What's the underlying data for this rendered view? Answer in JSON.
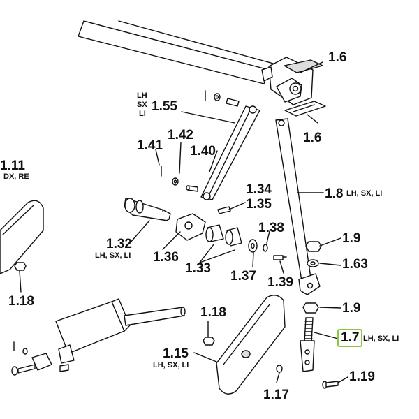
{
  "diagram": {
    "highlight_color": "#8dc63f",
    "line_color": "#111111",
    "fill_color": "#ffffff",
    "shade_color": "#dddddd"
  },
  "labels": {
    "l_1_6_top": "1.6",
    "l_1_6_bot": "1.6",
    "l_1_55": "1.55",
    "l_1_55_lh": "LH",
    "l_1_55_sx": "SX",
    "l_1_55_li": "LI",
    "l_1_42": "1.42",
    "l_1_41": "1.41",
    "l_1_40": "1.40",
    "l_1_11": "1.11",
    "l_1_11_sub": "DX, RE",
    "l_1_8": "1.8",
    "l_1_8_sub": "LH, SX, LI",
    "l_1_34": "1.34",
    "l_1_35": "1.35",
    "l_1_38": "1.38",
    "l_1_32": "1.32",
    "l_1_32_sub": "LH, SX, LI",
    "l_1_36": "1.36",
    "l_1_33": "1.33",
    "l_1_37": "1.37",
    "l_1_39": "1.39",
    "l_1_9_a": "1.9",
    "l_1_63": "1.63",
    "l_1_9_b": "1.9",
    "l_1_18_left": "1.18",
    "l_1_18_mid": "1.18",
    "l_1_7": "1.7",
    "l_1_7_sub": "LH, SX, LI",
    "l_1_15": "1.15",
    "l_1_15_sub": "LH, SX, LI",
    "l_1_17": "1.17",
    "l_1_19": "1.19"
  }
}
